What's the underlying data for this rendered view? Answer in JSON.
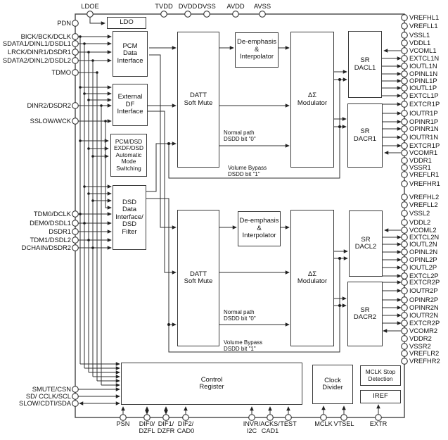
{
  "blocks": {
    "ldo": "LDO",
    "pcm_if": "PCM\nData\nInterface",
    "ext_df": "External\nDF\nInterface",
    "auto_mode": "PCM/DSD\nEXDF/DSD\nAutomatic\nMode\nSwitching",
    "dsd_if": "DSD\nData\nInterface/\nDSD\nFilter",
    "datt1": "DATT\nSoft Mute",
    "deemph1": "De-emphasis\n&\nInterpolator",
    "dsm1": "ΔΣ\nModulator",
    "dacl1": "SR\nDACL1",
    "dacr1": "SR\nDACR1",
    "datt2": "DATT\nSoft Mute",
    "deemph2": "De-emphasis\n&\nInterpolator",
    "dsm2": "ΔΣ\nModulator",
    "dacl2": "SR\nDACL2",
    "dacr2": "SR\nDACR2",
    "control_reg": "Control\nRegister",
    "clock_div": "Clock\nDivider",
    "mclk_stop": "MCLK Stop\nDetection",
    "iref": "IREF"
  },
  "annotations": {
    "normal_path_1": "Normal path\nDSDD bit \"0\"",
    "volume_bypass_1": "Volume Bypass\nDSDD bit \"1\"",
    "normal_path_2": "Normal path\nDSDD bit \"0\"",
    "volume_bypass_2": "Volume Bypass\nDSDD bit \"1\""
  },
  "pins": {
    "top": [
      "LDOE",
      "TVDD",
      "DVDD",
      "DVSS",
      "AVDD",
      "AVSS"
    ],
    "left": [
      "PDN",
      "BICK/BCK/DCLK",
      "SDATA1/DINL1/DSDL1",
      "LRCK/DINR1/DSDR1",
      "SDATA2/DINL2/DSDL2",
      "TDMO",
      "DINR2/DSDR2",
      "SSLOW/WCK",
      "TDM0/DCLK",
      "DEM0/DSDL1",
      "DSDR1",
      "TDM1/DSDL2",
      "DCHAIN/DSDR2",
      "SMUTE/CSN",
      "SD/ CCLK/SCL",
      "SLOW/CDTI/SDA"
    ],
    "right": [
      "VREFHL1",
      "VREFLL1",
      "VSSL1",
      "VDDL1",
      "VCOML1",
      "EXTCL1N",
      "IOUTL1N",
      "OPINL1N",
      "OPINL1P",
      "IOUTL1P",
      "EXTCL1P",
      "EXTCR1P",
      "IOUTR1P",
      "OPINR1P",
      "OPINR1N",
      "IOUTR1N",
      "EXTCR1P",
      "VCOMR1",
      "VDDR1",
      "VSSR1",
      "VREFLR1",
      "VREFHR1",
      "VREFHL2",
      "VREFLL2",
      "VSSL2",
      "VDDL2",
      "VCOML2",
      "EXTCL2N",
      "IOUTL2N",
      "OPINL2N",
      "OPINL2P",
      "IOUTL2P",
      "EXTCL2P",
      "EXTCR2P",
      "IOUTR2P",
      "OPINR2P",
      "OPINR2N",
      "IOUTR2N",
      "EXTCR2P",
      "VCOMR2",
      "VDDR2",
      "VSSR2",
      "VREFLR2",
      "VREFHR2"
    ],
    "bottom": [
      "PSN",
      "DIF0/\nDZFL",
      "DIF1/\nDZFR",
      "DIF2/\nCAD0",
      "INVR/\nI2C",
      "ACKS/\nCAD1",
      "TEST",
      "MCLK",
      "VTSEL",
      "EXTR"
    ]
  },
  "colors": {
    "line": "#2f2f2f",
    "block_border": "#3a3a3a",
    "background": "#ffffff"
  }
}
